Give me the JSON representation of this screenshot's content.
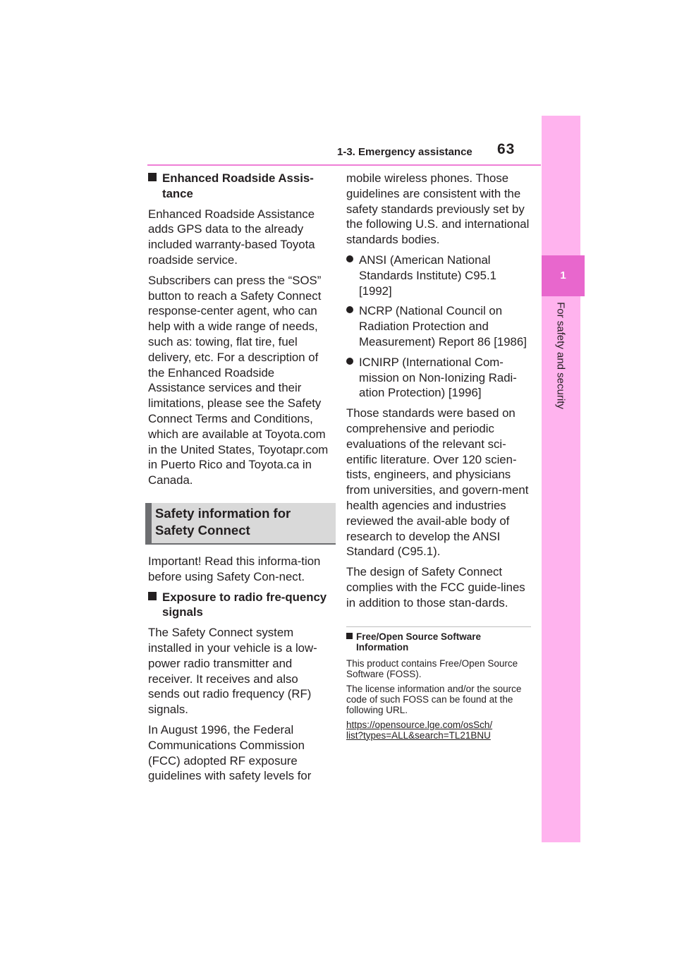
{
  "header": {
    "title": "1-3. Emergency assistance",
    "page_number": "63"
  },
  "side_tab": {
    "chapter": "1",
    "label": "For safety and security"
  },
  "left": {
    "h1": "Enhanced Roadside Assis-tance",
    "p1": "Enhanced Roadside Assistance adds GPS data to the already included warranty-based Toyota roadside service.",
    "p2": "Subscribers can press the “SOS” button to reach a Safety Connect response-center agent, who can help with a wide range of needs, such as: towing, flat tire, fuel delivery, etc. For a description of the Enhanced Roadside Assistance services and their limitations, please see the Safety Connect Terms and Conditions, which are available at Toyota.com in the United States, Toyotapr.com in Puerto Rico and Toyota.ca in Canada.",
    "section_title": "Safety information for Safety Connect",
    "p3": "Important! Read this informa-tion before using Safety Con-nect.",
    "h2": "Exposure to radio fre-quency signals",
    "p4": "The Safety Connect system installed in your vehicle is a low-power radio transmitter and receiver. It receives and also sends out radio frequency (RF) signals.",
    "p5": "In August 1996, the Federal Communications Commission (FCC) adopted RF exposure guidelines with safety levels for"
  },
  "right": {
    "p1": "mobile wireless phones. Those guidelines are consistent with the safety standards previously set by the following U.S. and international standards bodies.",
    "bullets": [
      "ANSI (American National Standards Institute) C95.1 [1992]",
      "NCRP (National Council on Radiation Protection and Measurement) Report 86 [1986]",
      "ICNIRP (International Com-mission on Non-Ionizing Radi-ation Protection) [1996]"
    ],
    "p2": "Those standards were based on comprehensive and periodic evaluations of the relevant sci-entific literature. Over 120 scien-tists, engineers, and physicians from universities, and govern-ment health agencies and industries reviewed the avail-able body of research to develop the ANSI Standard (C95.1).",
    "p3": "The design of Safety Connect complies with the FCC guide-lines in addition to those stan-dards.",
    "note": {
      "title": "Free/Open Source Software Information",
      "p1": "This product contains Free/Open Source Software (FOSS).",
      "p2": "The license information and/or the source code of such FOSS can be found at the following URL.",
      "url_line1": "https://opensource.lge.com/osSch/",
      "url_line2": "list?types=ALL&search=TL21BNU"
    }
  }
}
